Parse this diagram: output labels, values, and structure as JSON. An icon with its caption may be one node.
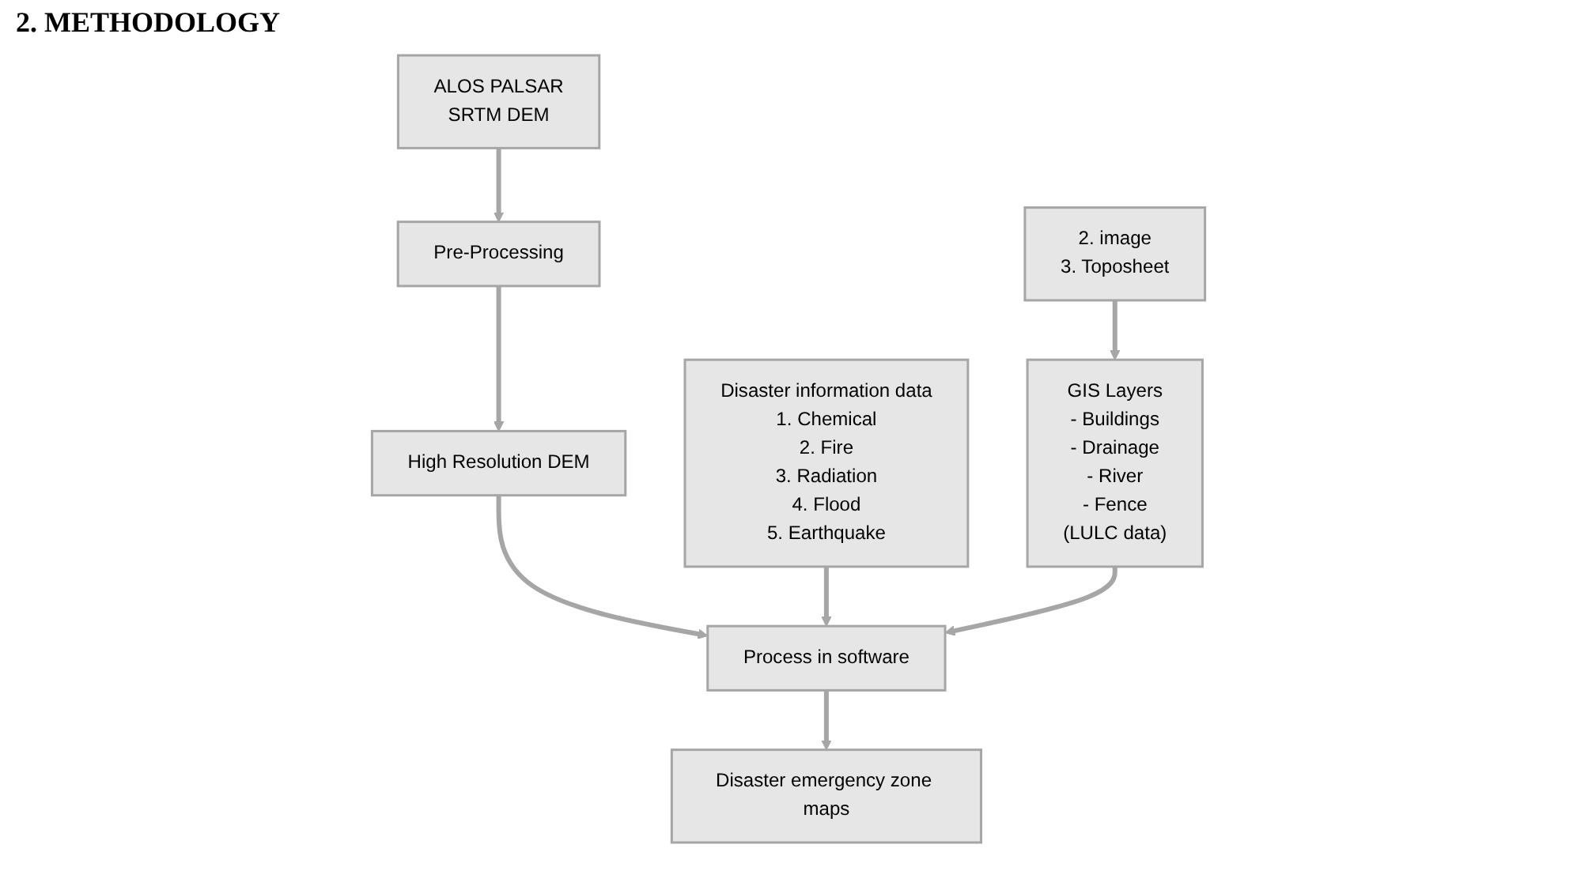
{
  "diagram": {
    "title": "2. METHODOLOGY",
    "nodes": [
      {
        "text": [
          "2. image",
          "3. Toposheet"
        ]
      },
      {
        "text": [
          "ALOS PALSAR",
          "SRTM DEM"
        ]
      },
      {
        "text": [
          "Pre-Processing"
        ]
      },
      {
        "text": [
          "High Resolution DEM"
        ]
      },
      {
        "text": [
          "Disaster information data",
          "1. Chemical",
          "2. Fire",
          "3. Radiation",
          "4. Flood",
          "5. Earthquake"
        ]
      },
      {
        "text": [
          "GIS Layers",
          "- Buildings",
          "- Drainage",
          "- River",
          "- Fence",
          "(LULC data)"
        ]
      },
      {
        "text": [
          "Process in software"
        ]
      },
      {
        "text": [
          "Disaster emergency zone maps"
        ]
      }
    ],
    "edges": [
      {
        "from": 0,
        "to": 5,
        "arrow": "to"
      },
      {
        "from": 1,
        "to": 2,
        "arrow": "to"
      },
      {
        "from": 2,
        "to": 3,
        "arrow": "to"
      },
      {
        "from": 3,
        "to": 6,
        "arrow": "to"
      },
      {
        "from": 4,
        "to": 6,
        "arrow": "to"
      },
      {
        "from": 5,
        "to": 6,
        "arrow": "to"
      },
      {
        "from": 6,
        "to": 7,
        "arrow": "to"
      }
    ]
  }
}
